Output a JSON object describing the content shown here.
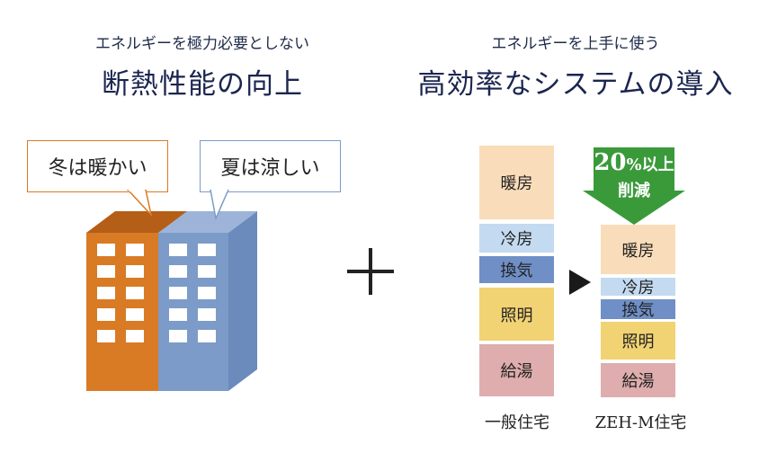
{
  "left": {
    "subtitle": "エネルギーを極力必要としない",
    "title": "断熱性能の向上",
    "bubble_winter": "冬は暖かい",
    "bubble_summer": "夏は涼しい"
  },
  "right": {
    "subtitle": "エネルギーを上手に使う",
    "title": "高効率なシステムの導入"
  },
  "plus": "+",
  "reduction": {
    "big": "20",
    "pct": "%以上",
    "line2": "削減"
  },
  "chart_data": {
    "type": "bar",
    "categories": [
      "一般住宅",
      "ZEH-M住宅"
    ],
    "segments": {
      "general": [
        {
          "name": "暖房",
          "color": "#f9dcb9"
        },
        {
          "name": "冷房",
          "color": "#c4daf0"
        },
        {
          "name": "換気",
          "color": "#6f8fc6"
        },
        {
          "name": "照明",
          "color": "#f2d373"
        },
        {
          "name": "給湯",
          "color": "#dfadad"
        }
      ],
      "zeh": [
        {
          "name": "暖房",
          "color": "#f9dcb9"
        },
        {
          "name": "冷房",
          "color": "#c4daf0"
        },
        {
          "name": "換気",
          "color": "#6f8fc6"
        },
        {
          "name": "照明",
          "color": "#f2d373"
        },
        {
          "name": "給湯",
          "color": "#dfadad"
        }
      ]
    },
    "colors": {
      "arrow_green": "#3a9a3a",
      "building_orange": "#d97a25",
      "building_blue": "#7c9bc8"
    }
  }
}
